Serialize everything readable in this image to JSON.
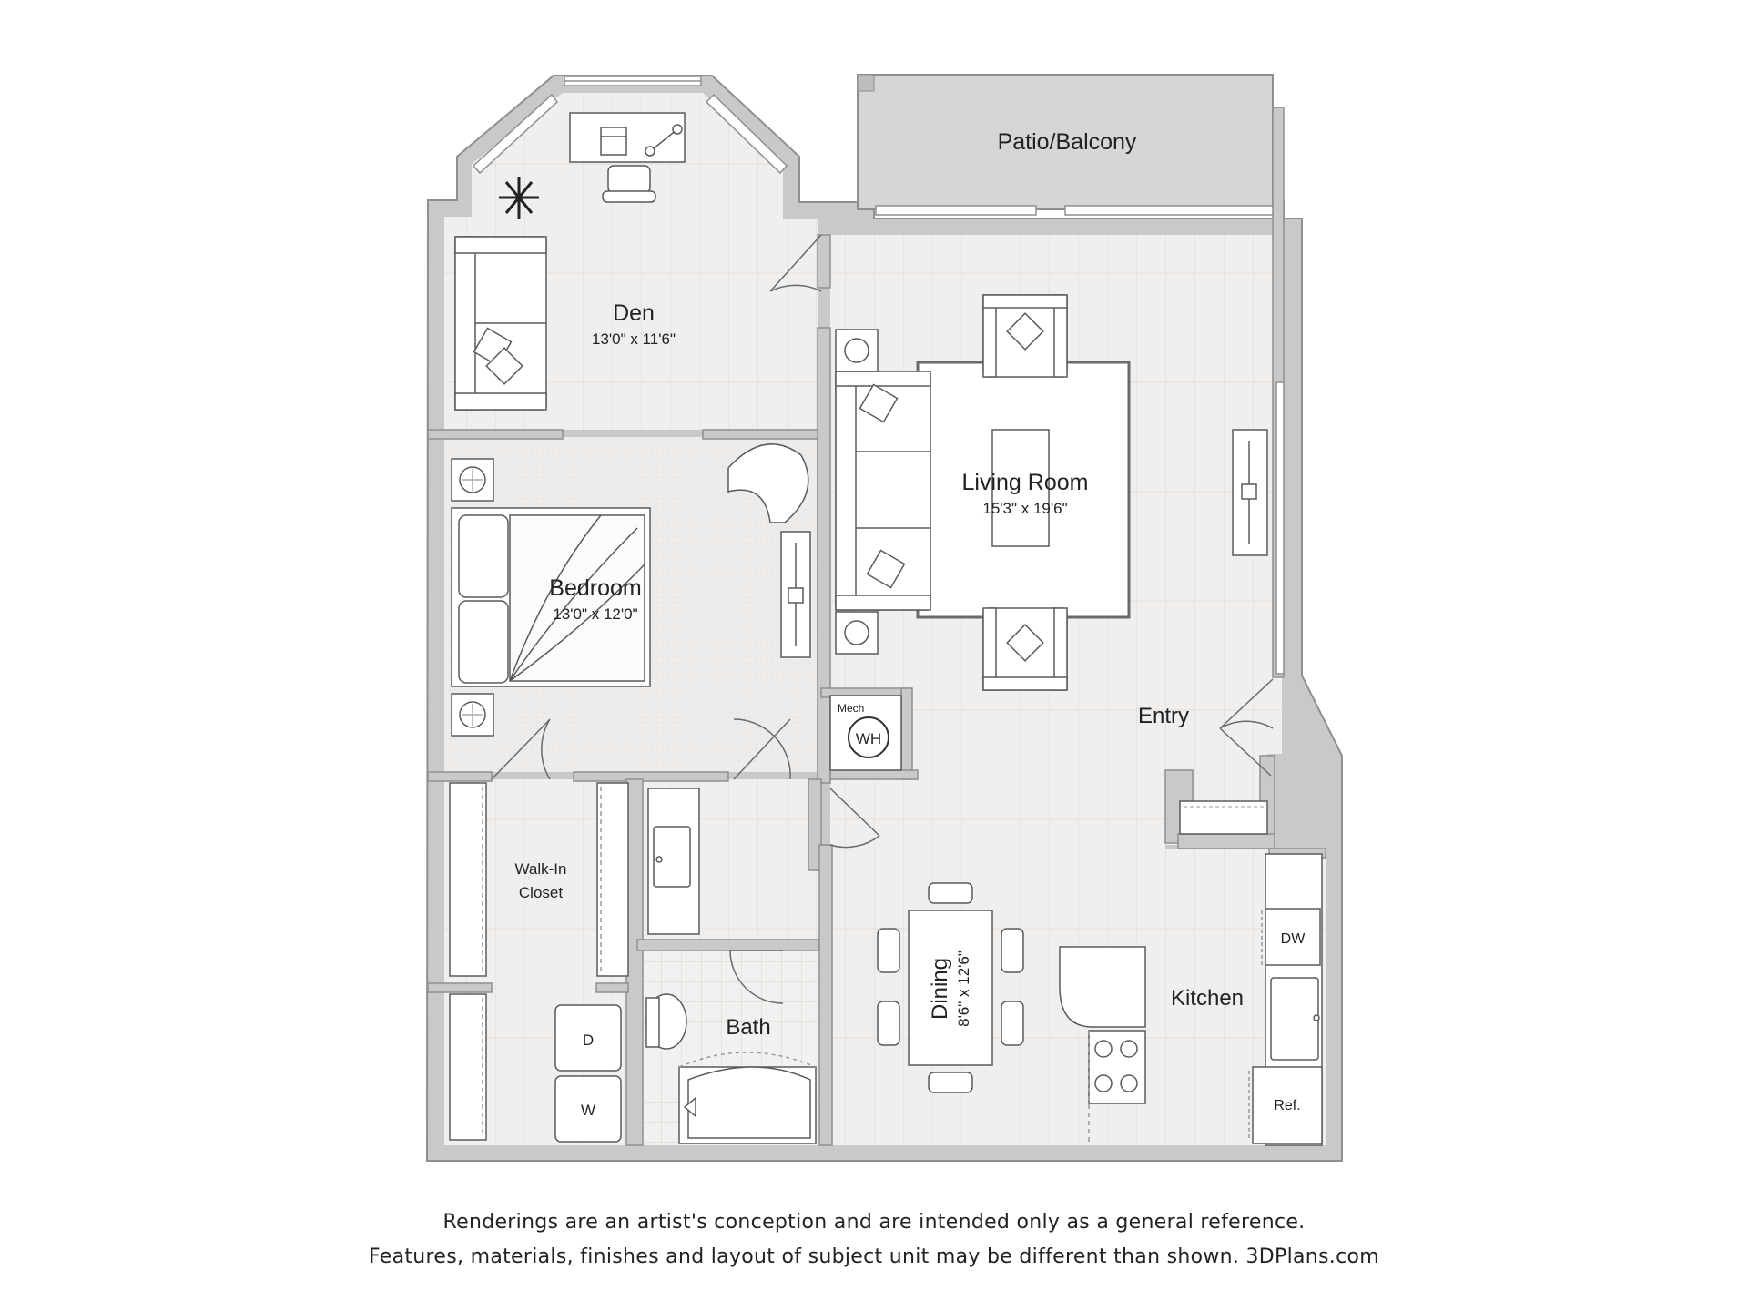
{
  "rooms": {
    "patio": {
      "name": "Patio/Balcony"
    },
    "den": {
      "name": "Den",
      "dims": "13'0\" x 11'6\""
    },
    "living": {
      "name": "Living Room",
      "dims": "15'3\" x 19'6\""
    },
    "bedroom": {
      "name": "Bedroom",
      "dims": "13'0\" x 12'0\""
    },
    "entry": {
      "name": "Entry"
    },
    "closet": {
      "line1": "Walk-In",
      "line2": "Closet"
    },
    "bath": {
      "name": "Bath"
    },
    "dining": {
      "name": "Dining",
      "dims": "8'6\" x 12'6\""
    },
    "kitchen": {
      "name": "Kitchen"
    }
  },
  "fixtures": {
    "mech": "Mech",
    "water_heater": "WH",
    "dryer": "D",
    "washer": "W",
    "dishwasher": "DW",
    "refrigerator": "Ref."
  },
  "disclaimer": {
    "line1": "Renderings are an artist's conception and are intended only as a general reference.",
    "line2": "Features, materials, finishes and layout of subject unit may be different than shown. 3DPlans.com"
  },
  "colors": {
    "wall": "#c9c9c9",
    "wall_stroke": "#8f8f8f",
    "floor": "#f1efed",
    "plank_line": "#dcd8d4",
    "patio": "#d6d6d6",
    "line": "#5a5a5a"
  }
}
